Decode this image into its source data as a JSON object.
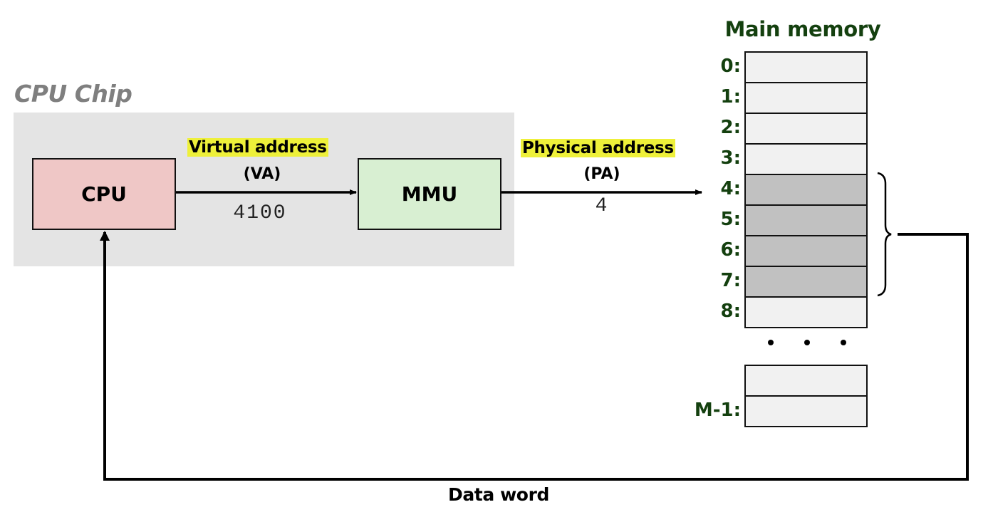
{
  "cpu_chip": {
    "label": "CPU Chip",
    "cpu": {
      "label": "CPU"
    },
    "mmu": {
      "label": "MMU"
    }
  },
  "virtual_address": {
    "label": "Virtual address",
    "abbr": "(VA)",
    "value": "4100"
  },
  "physical_address": {
    "label": "Physical address",
    "abbr": "(PA)",
    "value": "4"
  },
  "main_memory": {
    "title": "Main memory",
    "rows": [
      {
        "label": "0:",
        "highlighted": false
      },
      {
        "label": "1:",
        "highlighted": false
      },
      {
        "label": "2:",
        "highlighted": false
      },
      {
        "label": "3:",
        "highlighted": false
      },
      {
        "label": "4:",
        "highlighted": true
      },
      {
        "label": "5:",
        "highlighted": true
      },
      {
        "label": "6:",
        "highlighted": true
      },
      {
        "label": "7:",
        "highlighted": true
      },
      {
        "label": "8:",
        "highlighted": false
      }
    ],
    "ellipsis": "• • •",
    "tail_rows": [
      {
        "label": "",
        "highlighted": false
      },
      {
        "label": "M-1:",
        "highlighted": false
      }
    ]
  },
  "return_path": {
    "label": "Data word"
  },
  "colors": {
    "cpu_fill": "#efc7c6",
    "mmu_fill": "#d8efd2",
    "chip_fill": "#e4e4e4",
    "highlight": "#eef03a",
    "memory_label": "#14400f",
    "cell_fill": "#f1f1f1",
    "cell_selected_fill": "#c1c1c1"
  }
}
